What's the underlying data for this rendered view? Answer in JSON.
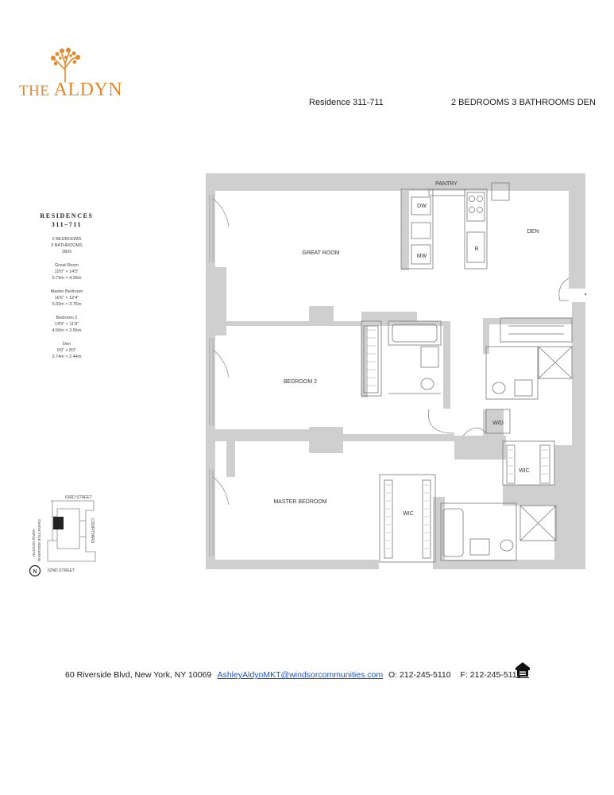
{
  "brand": {
    "the": "THE",
    "name": "ALDYN"
  },
  "header": {
    "residence": "Residence 311-711",
    "summary": "2 BEDROOMS 3 BATHROOMS DEN"
  },
  "sidebar": {
    "title_line1": "RESIDENCES",
    "title_line2": "311–711",
    "bedrooms": "2 BEDROOMS",
    "bathrooms": "3 BATHROOMS",
    "den": "DEN",
    "rooms": [
      {
        "name": "Great Room",
        "imperial": "19'0\" × 14'5\"",
        "metric": "5.79m × 4.39m"
      },
      {
        "name": "Master Bedroom",
        "imperial": "16'6\" × 12'4\"",
        "metric": "5.03m × 3.76m"
      },
      {
        "name": "Bedroom 2",
        "imperial": "14'9\" × 11'8\"",
        "metric": "4.50m × 3.56m"
      },
      {
        "name": "Den",
        "imperial": "9'0\" × 8'0\"",
        "metric": "2.74m × 2.44m"
      }
    ]
  },
  "plan": {
    "pantry": "PANTRY",
    "dw": "DW",
    "mw": "MW",
    "r": "R",
    "den": "DEN",
    "great_room": "GREAT ROOM",
    "bedroom2": "BEDROOM 2",
    "wd": "W/D",
    "wic": "WIC",
    "master": "MASTER BEDROOM",
    "wic2": "WIC"
  },
  "keymap": {
    "street_top": "63RD STREET",
    "street_bottom": "62ND STREET",
    "river": "HUDSON RIVER",
    "blvd": "RIVERSIDE BOULEVARD",
    "courtyard": "COURTYARD",
    "north": "N"
  },
  "footer": {
    "address": "60 Riverside Blvd, New York, NY 10069",
    "email": "AshleyAldynMKT@windsorcommunities.com",
    "office": "O: 212-245-5110",
    "fax": "F: 212-245-5119"
  },
  "colors": {
    "brand": "#e08a2c",
    "wall": "#cfcfcf",
    "link": "#1a55c5"
  }
}
